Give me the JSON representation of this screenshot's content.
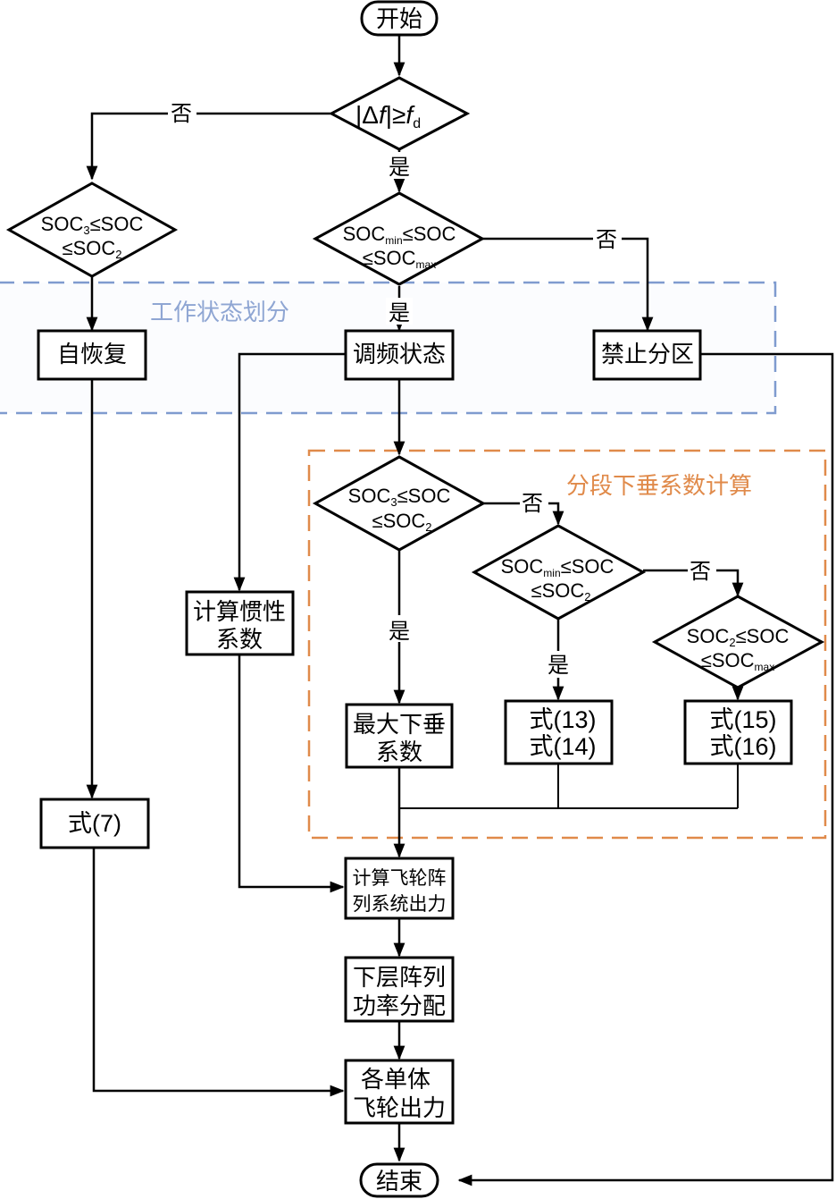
{
  "diagram": {
    "groups": {
      "work_state": {
        "label": "工作状态划分",
        "color": "#7f9bcf"
      },
      "piecewise": {
        "label": "分段下垂系数计算",
        "color": "#e08a4a"
      }
    },
    "nodes": {
      "start": {
        "label": "开始"
      },
      "check_df": {
        "label_parts": [
          "|Δ",
          "f",
          "|≥",
          "f",
          "d"
        ]
      },
      "left_soc": {
        "line1_a": "SOC",
        "line1_sub": "3",
        "line1_b": "≤SOC",
        "line2_a": "≤SOC",
        "line2_sub": "2"
      },
      "mid_soc": {
        "line1_a": "SOC",
        "line1_sub": "min",
        "line1_b": "≤SOC",
        "line2_a": "≤SOC",
        "line2_sub": "max"
      },
      "self_recover": {
        "label": "自恢复"
      },
      "freq_reg": {
        "label": "调频状态"
      },
      "forbidden": {
        "label": "禁止分区"
      },
      "pw_soc1": {
        "line1_a": "SOC",
        "line1_sub": "3",
        "line1_b": "≤SOC",
        "line2_a": "≤SOC",
        "line2_sub": "2"
      },
      "pw_soc2": {
        "line1_a": "SOC",
        "line1_sub": "min",
        "line1_b": "≤SOC",
        "line2_a": "≤SOC",
        "line2_sub": "2"
      },
      "pw_soc3": {
        "line1_a": "SOC",
        "line1_sub": "2",
        "line1_b": "≤SOC",
        "line2_a": "≤SOC",
        "line2_sub": "max"
      },
      "inertia": {
        "line1": "计算惯性",
        "line2": "系数"
      },
      "max_droop": {
        "line1": "最大下垂",
        "line2": "系数"
      },
      "eq13_14": {
        "line1": "式(13)",
        "line2": "式(14)"
      },
      "eq15_16": {
        "line1": "式(15)",
        "line2": "式(16)"
      },
      "eq7": {
        "label": "式(7)"
      },
      "array_output": {
        "line1": "计算飞轮阵",
        "line2": "列系统出力"
      },
      "lower_alloc": {
        "line1": "下层阵列",
        "line2": "功率分配"
      },
      "unit_output": {
        "line1": "各单体",
        "line2": "飞轮出力"
      },
      "end": {
        "label": "结束"
      }
    },
    "edge_labels": {
      "df_no": "否",
      "df_yes": "是",
      "mid_yes": "是",
      "mid_no": "否",
      "pw1_yes": "是",
      "pw1_no": "否",
      "pw2_yes": "是",
      "pw2_no": "否"
    }
  }
}
